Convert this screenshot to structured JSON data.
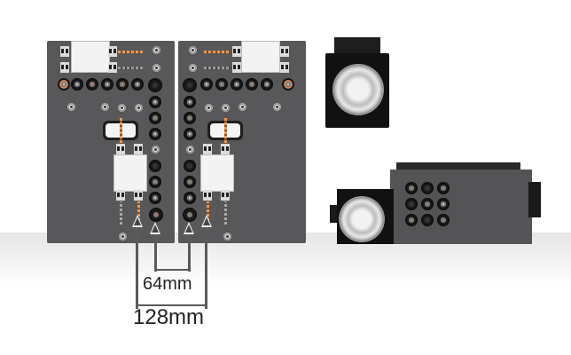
{
  "image": {
    "subject": "multi-spindle drilling head module product render",
    "background_color": "#ffffff",
    "accent_colors": {
      "plate": "#58585a",
      "drill_copper": "#e39b5b",
      "housing_black": "#1e1e1e"
    }
  },
  "dimensions": {
    "inner": {
      "label": "64mm"
    },
    "outer": {
      "label": "128mm"
    }
  },
  "views": [
    {
      "name": "front-view-left-plate"
    },
    {
      "name": "front-view-right-plate"
    },
    {
      "name": "end-view-motor"
    },
    {
      "name": "side-view-module"
    }
  ],
  "side_view": {
    "spindle_grid": {
      "rows": 3,
      "cols": 3
    }
  }
}
